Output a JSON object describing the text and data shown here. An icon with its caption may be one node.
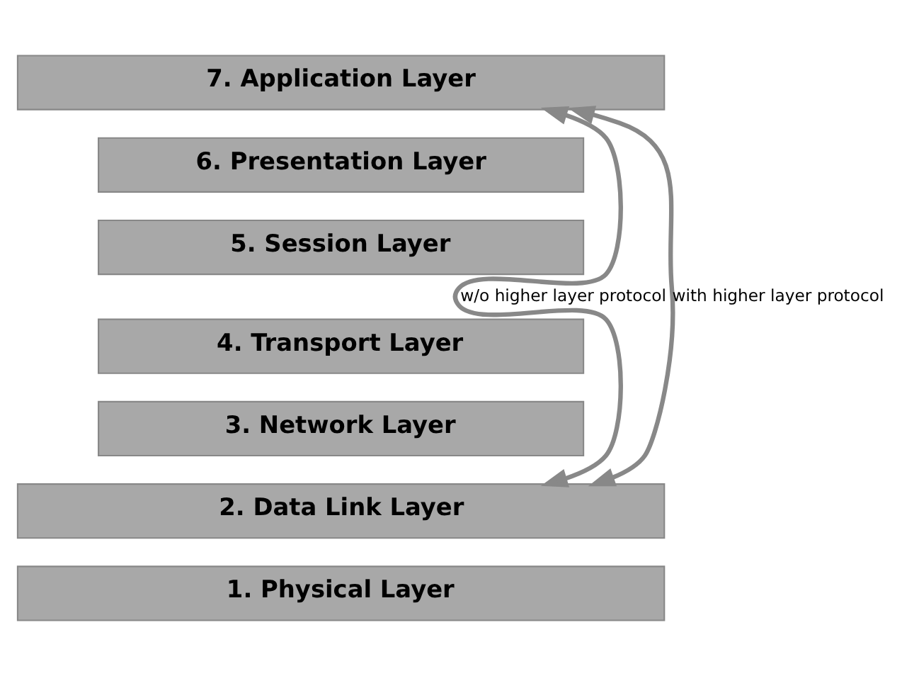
{
  "diagram": {
    "nodes": [
      {
        "text": [
          "7. Application Layer"
        ]
      },
      {
        "text": [
          "6. Presentation Layer"
        ]
      },
      {
        "text": [
          "5. Session Layer"
        ]
      },
      {
        "text": [
          "4. Transport Layer"
        ]
      },
      {
        "text": [
          "3. Network Layer"
        ]
      },
      {
        "text": [
          "2. Data Link Layer"
        ]
      },
      {
        "text": [
          "1. Physical Layer"
        ]
      }
    ],
    "edges": [
      {
        "from": 0,
        "to": 5,
        "arrow": "both",
        "label": "w/o higher layer protocol"
      },
      {
        "from": 0,
        "to": 5,
        "arrow": "both",
        "label": "with higher layer protocol"
      }
    ]
  }
}
